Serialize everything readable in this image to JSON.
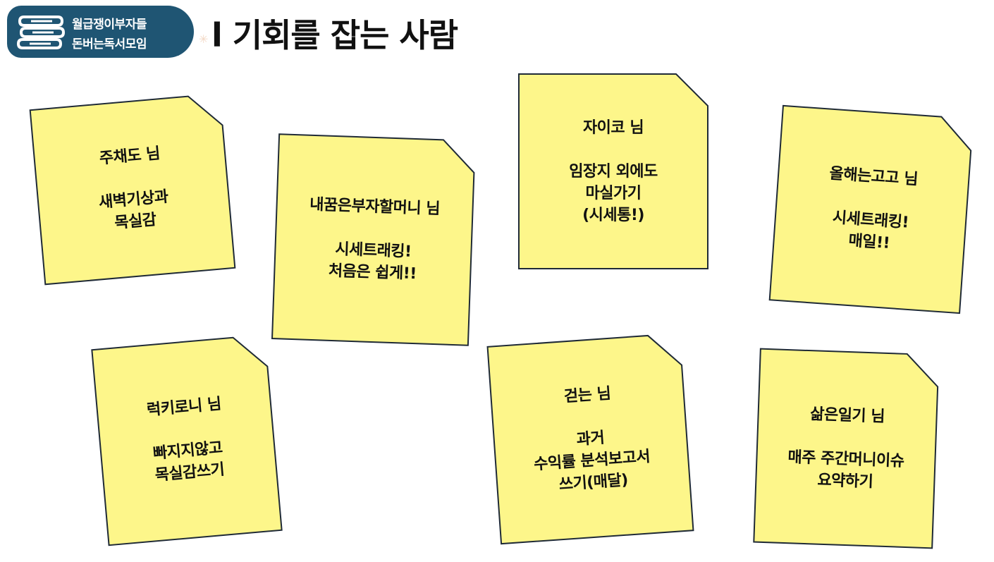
{
  "badge": {
    "line1": "월급쟁이부자들",
    "line2": "돈버는독서모임",
    "icon": "books-stack-icon",
    "color": "#1f5573"
  },
  "title": "l 기회를 잡는 사람",
  "note_color": "#fdf68a",
  "notes": [
    {
      "name": "주채도 님",
      "lines": [
        "새벽기상과",
        "목실감"
      ]
    },
    {
      "name": "내꿈은부자할머니 님",
      "lines": [
        "시세트래킹!",
        "처음은 쉽게!!"
      ]
    },
    {
      "name": "자이코 님",
      "lines": [
        "임장지 외에도",
        "마실가기",
        "(시세통!)"
      ]
    },
    {
      "name": "올해는고고 님",
      "lines": [
        "시세트래킹!",
        "매일!!"
      ]
    },
    {
      "name": "럭키로니 님",
      "lines": [
        "빠지지않고",
        "목실감쓰기"
      ]
    },
    {
      "name": "걷는 님",
      "lines": [
        "과거",
        "수익률 분석보고서",
        "쓰기(매달)"
      ]
    },
    {
      "name": "삶은일기 님",
      "lines": [
        "매주 주간머니이슈",
        "요약하기"
      ]
    }
  ]
}
